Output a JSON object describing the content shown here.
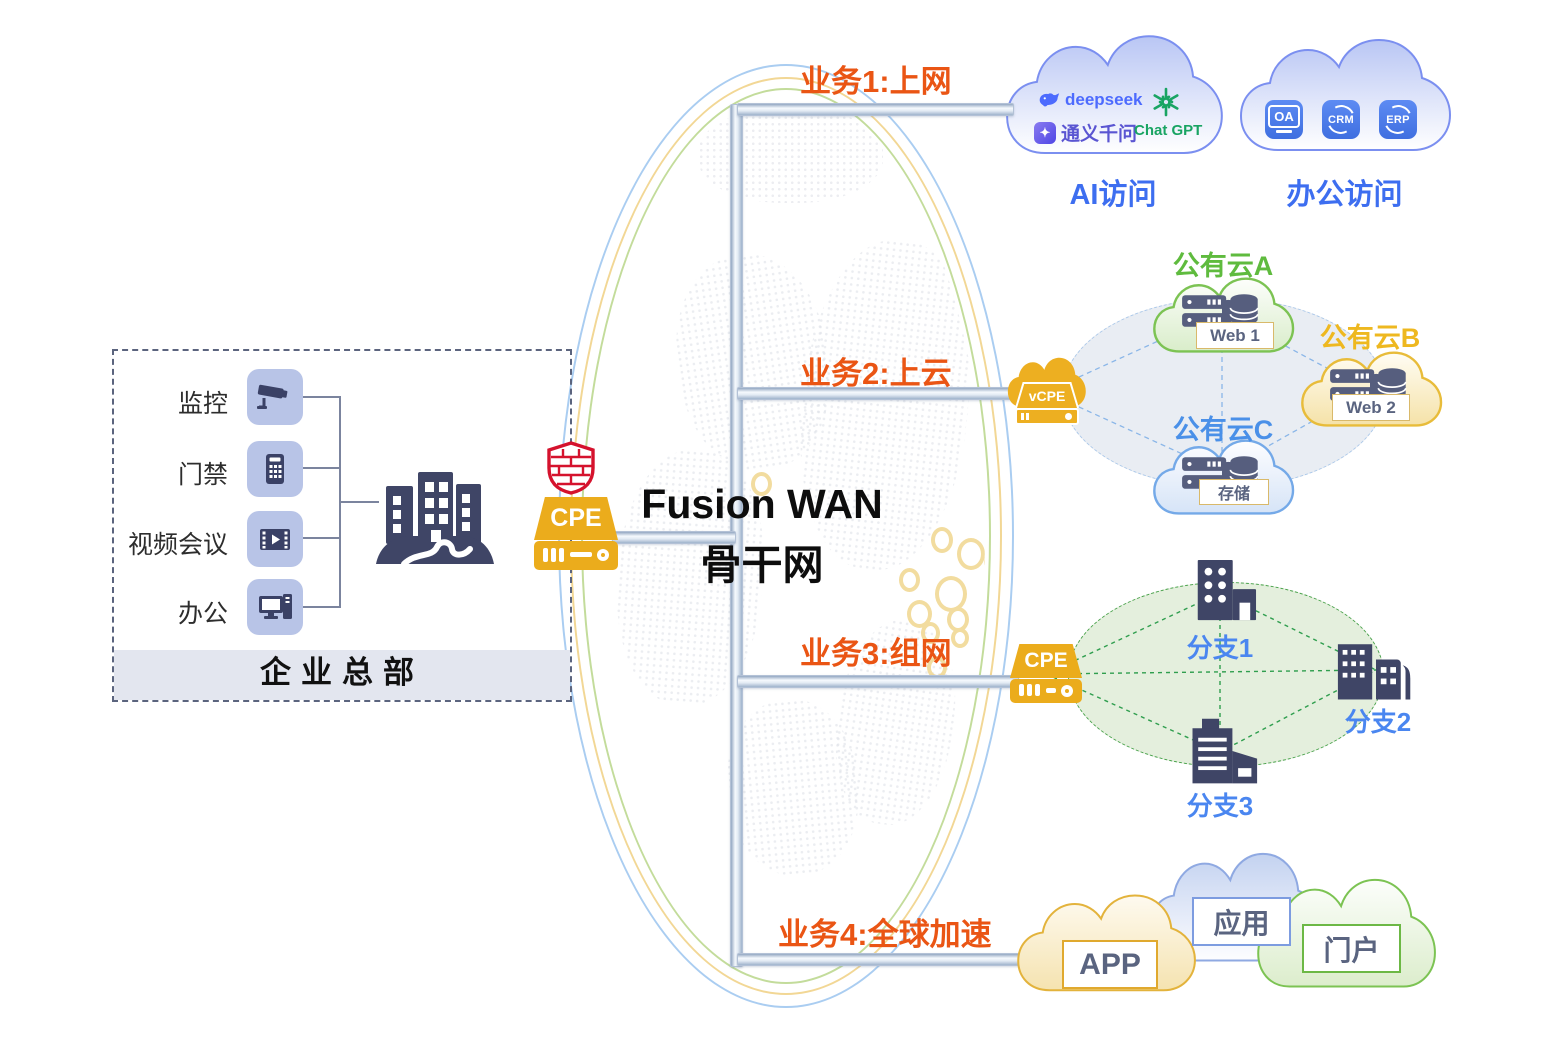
{
  "title": {
    "line1": "Fusion WAN",
    "line2": "骨干网"
  },
  "services": [
    {
      "label": "业务1:上网"
    },
    {
      "label": "业务2:上云"
    },
    {
      "label": "业务3:组网"
    },
    {
      "label": "业务4:全球加速"
    }
  ],
  "hq": {
    "title": "企业总部",
    "items": [
      {
        "label": "监控",
        "icon": "cctv-camera-icon"
      },
      {
        "label": "门禁",
        "icon": "keypad-icon"
      },
      {
        "label": "视频会议",
        "icon": "video-icon"
      },
      {
        "label": "办公",
        "icon": "desktop-icon"
      }
    ],
    "cpe_label": "CPE",
    "firewall_icon": "firewall-shield-icon"
  },
  "ai_cloud": {
    "label": "AI访问",
    "providers": [
      {
        "name": "deepseek",
        "color": "#4D6BFE"
      },
      {
        "name": "通义千问",
        "color": "#5A55D2"
      },
      {
        "name": "Chat GPT",
        "color": "#19A463"
      }
    ]
  },
  "office_cloud": {
    "label": "办公访问",
    "apps": [
      {
        "name": "OA"
      },
      {
        "name": "CRM"
      },
      {
        "name": "ERP"
      }
    ]
  },
  "public_clouds": {
    "vcpe_label": "vCPE",
    "clouds": [
      {
        "name": "公有云A",
        "tag": "Web 1",
        "color": "#5FBB3E"
      },
      {
        "name": "公有云B",
        "tag": "Web 2",
        "color": "#EEB820"
      },
      {
        "name": "公有云C",
        "tag": "存储",
        "color": "#4A90E8"
      }
    ]
  },
  "branches": {
    "cpe_label": "CPE",
    "nodes": [
      {
        "label": "分支1"
      },
      {
        "label": "分支2"
      },
      {
        "label": "分支3"
      }
    ]
  },
  "edge_clouds": [
    {
      "tag": "APP",
      "color": "#E0A92E"
    },
    {
      "tag": "应用",
      "color": "#7D9CE0"
    },
    {
      "tag": "门户",
      "color": "#6CB845"
    }
  ],
  "colors": {
    "service_label": "#EA5514",
    "globe_rings": [
      "#AACDF1",
      "#F2D795",
      "#C3DC9B"
    ],
    "cpe_gold": "#EBAC1C",
    "firewall_red": "#D5122D",
    "blue_label": "#3D6EF0",
    "branch_label_blue": "#4A86F0",
    "building_slate": "#3F4566"
  }
}
